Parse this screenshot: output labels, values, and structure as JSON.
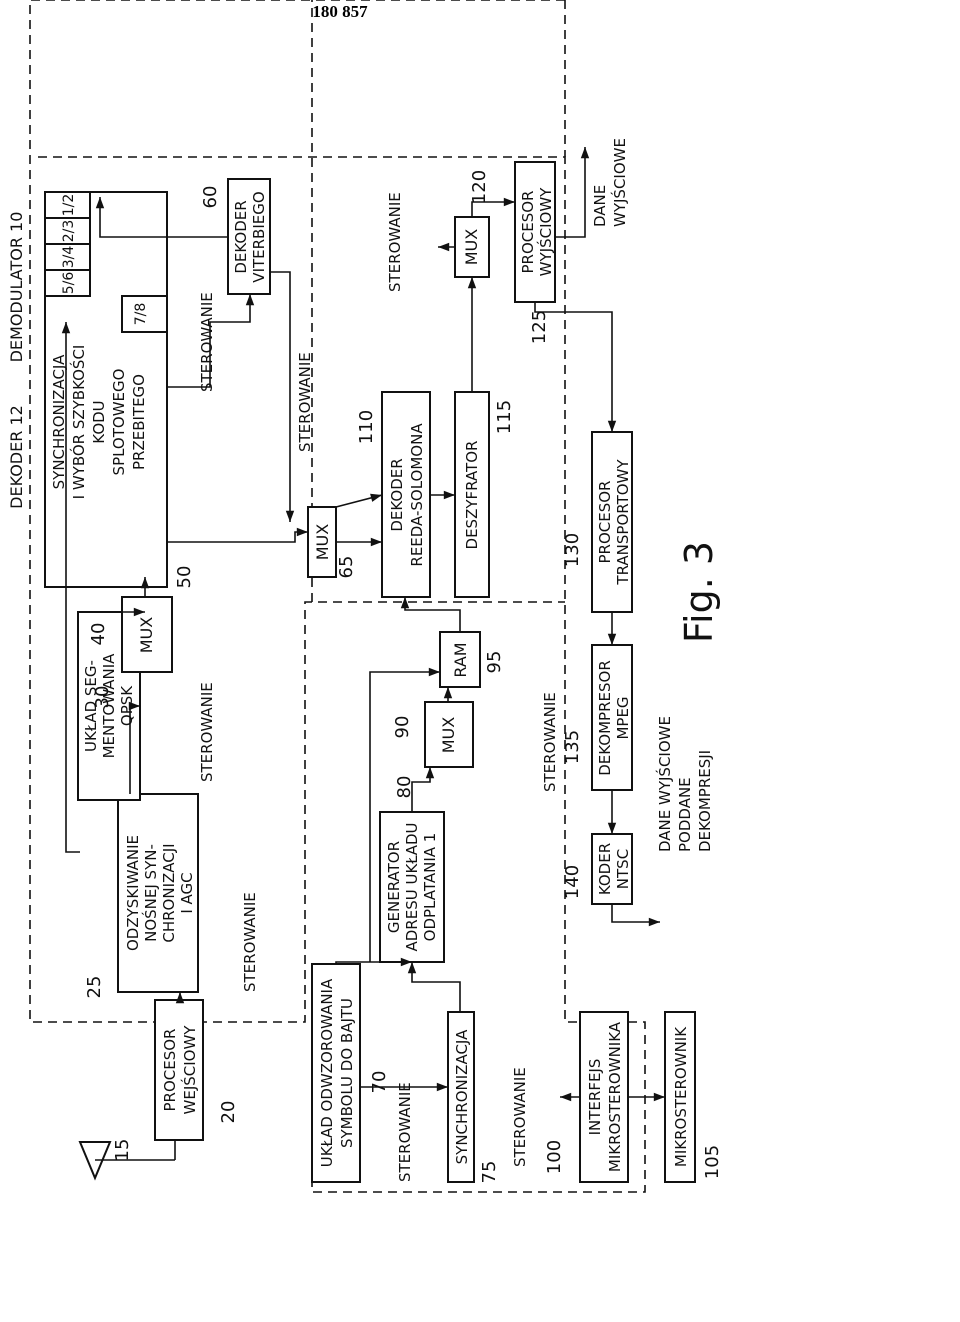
{
  "page_number": "180 857",
  "figure_label": "Fig. 3",
  "groups": {
    "demodulator": "DEMODULATOR 10",
    "decoder": "DEKODER 12"
  },
  "blocks": {
    "input_processor": {
      "ref": "20",
      "l1": "PROCESOR",
      "l2": "WEJŚCIOWY"
    },
    "carrier_recovery": {
      "ref": "25",
      "l1": "ODZYSKIWANIE",
      "l2": "NOŚNEJ SYN-",
      "l3": "CHRONIZACJI",
      "l4": "I AGC"
    },
    "qpsk_segmentation": {
      "ref": "30",
      "l1": "UKŁAD SEG-",
      "l2": "MENTOWANIA",
      "l3": "QPSK"
    },
    "demod_mux": {
      "ref": "40",
      "l1": "MUX"
    },
    "sync_rate": {
      "ref": "50",
      "l1": "SYNCHRONIZACJA",
      "l2": "I WYBÓR SZYBKOŚCI",
      "l3": "KODU",
      "l4": "SPLOTOWEGO",
      "l5": "PRZEBITEGO",
      "rates": [
        "1/2",
        "2/3",
        "3/4",
        "5/6",
        "7/8"
      ]
    },
    "viterbi": {
      "ref": "60",
      "l1": "DEKODER",
      "l2": "VITERBIEGO"
    },
    "mux65": {
      "ref": "65",
      "l1": "MUX"
    },
    "symbol_byte": {
      "ref": "70",
      "l1": "UKŁAD ODWZOROWANIA",
      "l2": "SYMBOLU DO BAJTU"
    },
    "sync75": {
      "ref": "75",
      "l1": "SYNCHRONIZACJA"
    },
    "addr_gen": {
      "ref": "80",
      "l1": "GENERATOR",
      "l2": "ADRESU UKŁADU",
      "l3": "ODPLATANIA 1"
    },
    "mux90": {
      "ref": "90",
      "l1": "MUX"
    },
    "ram": {
      "ref": "95",
      "l1": "RAM"
    },
    "reed_solomon": {
      "ref": "110",
      "l1": "DEKODER",
      "l2": "REEDA-SOLOMONA"
    },
    "descrambler": {
      "ref": "115",
      "l1": "DESZYFRATOR"
    },
    "mux120": {
      "ref": "120",
      "l1": "MUX"
    },
    "output_processor": {
      "ref": "125",
      "l1": "PROCESOR",
      "l2": "WYJŚCIOWY"
    },
    "transport_processor": {
      "ref": "130",
      "l1": "PROCESOR",
      "l2": "TRANSPORTOWY"
    },
    "mpeg": {
      "ref": "135",
      "l1": "DEKOMPRESOR",
      "l2": "MPEG"
    },
    "ntsc": {
      "ref": "140",
      "l1": "KODER",
      "l2": "NTSC"
    },
    "micro_interface": {
      "ref": "100",
      "l1": "INTERFEJS",
      "l2": "MIKROSTEROWNIKA"
    },
    "microcontroller": {
      "ref": "105",
      "l1": "MIKROSTEROWNIK"
    }
  },
  "antenna_ref": "15",
  "control_label": "STEROWANIE",
  "output_data": {
    "l1": "DANE",
    "l2": "WYJŚCIOWE"
  },
  "decompressed_output": {
    "l1": "DANE WYJŚCIOWE",
    "l2": "PODDANE",
    "l3": "DEKOMPRESJI"
  }
}
